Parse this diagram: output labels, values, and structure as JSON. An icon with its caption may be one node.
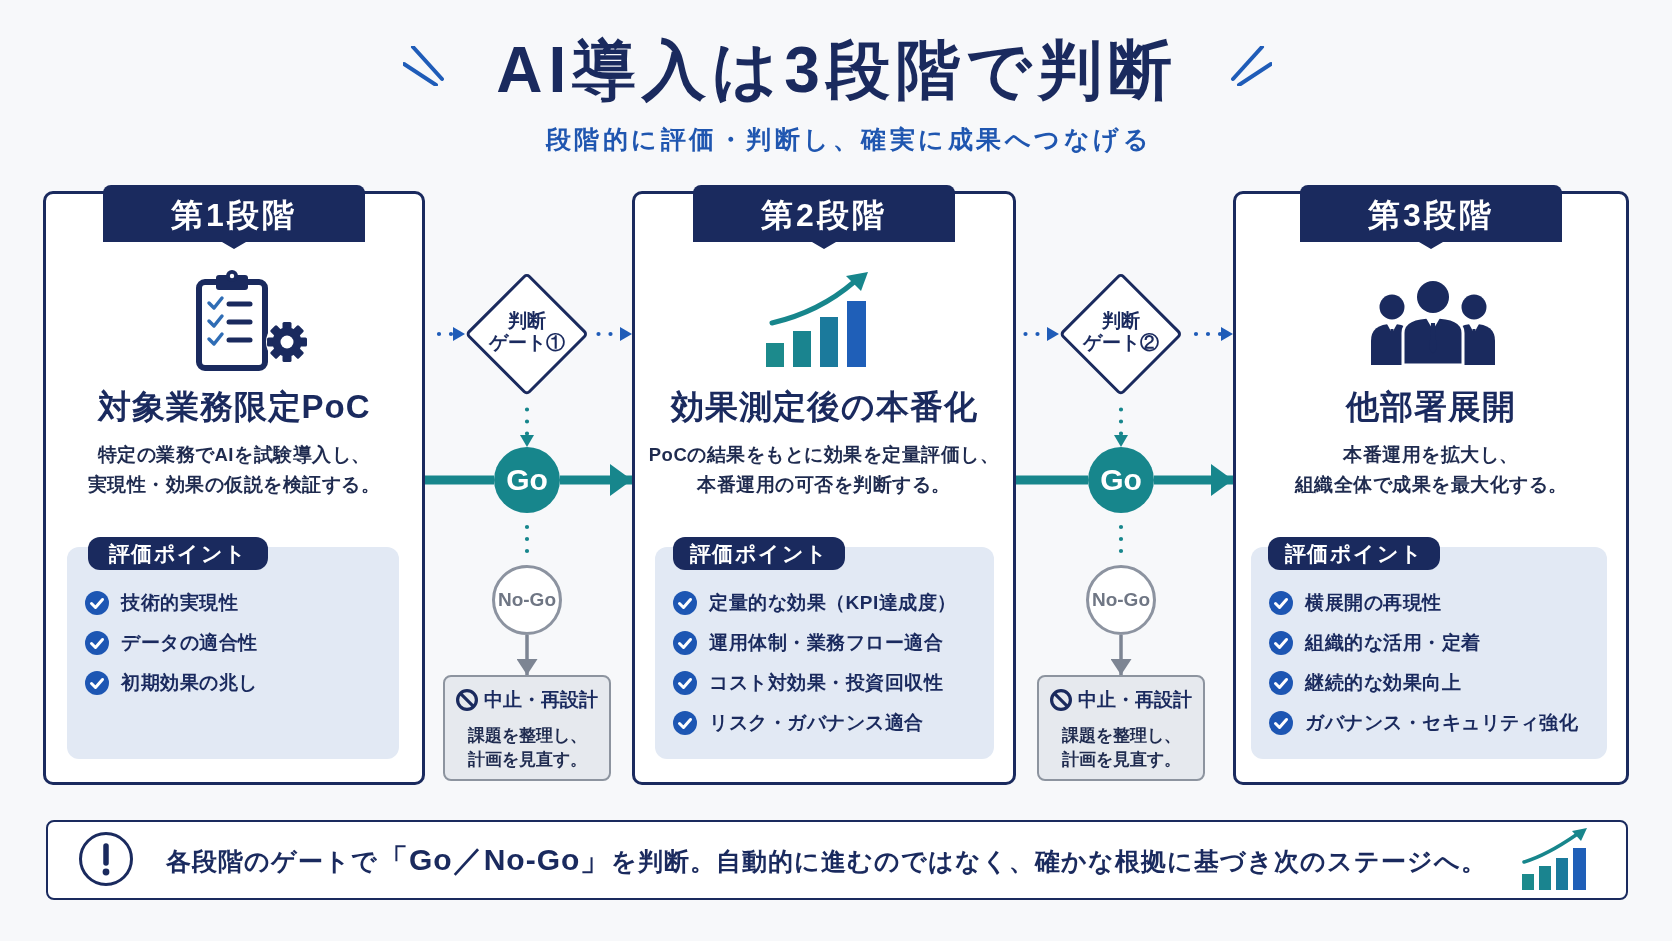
{
  "diagram": {
    "title": "AI導入は3段階で判断",
    "nodes": [
      {
        "text": [
          "第1段階"
        ]
      },
      {
        "text": [
          "対象業務限定PoC",
          "特定の業務でAIを試験導入し、実現性・効果の仮説を検証する。"
        ]
      },
      {
        "text": [
          "評価ポイント"
        ],
        "in": 1
      },
      {
        "text": [
          "技術的実現性",
          "データの適合性",
          "初期効果の兆し"
        ],
        "in": 1
      },
      {
        "text": [
          "判断ゲート①"
        ]
      },
      {
        "text": [
          "Go"
        ]
      },
      {
        "text": [
          "No-Go"
        ]
      },
      {
        "text": [
          "中止・再設計",
          "課題を整理し、計画を見直す。"
        ]
      },
      {
        "text": [
          "第2段階"
        ]
      },
      {
        "text": [
          "効果測定後の本番化",
          "PoCの結果をもとに効果を定量評価し、本番運用の可否を判断する。"
        ]
      },
      {
        "text": [
          "評価ポイント"
        ],
        "in": 9
      },
      {
        "text": [
          "定量的な効果（KPI達成度）",
          "運用体制・業務フロー適合",
          "コスト対効果・投資回収性",
          "リスク・ガバナンス適合"
        ],
        "in": 9
      },
      {
        "text": [
          "判断ゲート②"
        ]
      },
      {
        "text": [
          "Go"
        ]
      },
      {
        "text": [
          "No-Go"
        ]
      },
      {
        "text": [
          "中止・再設計",
          "課題を整理し、計画を見直す。"
        ]
      },
      {
        "text": [
          "第3段階"
        ]
      },
      {
        "text": [
          "他部署展開",
          "本番運用を拡大し、組織全体で成果を最大化する。"
        ]
      },
      {
        "text": [
          "評価ポイント"
        ],
        "in": 17
      },
      {
        "text": [
          "横展開の再現性",
          "組織的な活用・定着",
          "継続的な効果向上",
          "ガバナンス・セキュリティ強化"
        ],
        "in": 17
      },
      {
        "text": [
          "各段階のゲートで**「Go／No-Go」**を判断。自動的に進むのではなく、確かな根拠に基づき次のステージへ。"
        ]
      }
    ],
    "edges": [
      {
        "from": 1,
        "to": 4,
        "arrow": "to",
        "style": "dashed",
        "color": "#1f5cb8"
      },
      {
        "from": 4,
        "to": 9,
        "arrow": "to",
        "style": "dashed",
        "color": "#1f5cb8"
      },
      {
        "from": 4,
        "to": 5,
        "arrow": "to",
        "style": "dashed"
      },
      {
        "from": 1,
        "to": 5,
        "arrow": "none",
        "style": "thick"
      },
      {
        "from": 5,
        "to": 9,
        "arrow": "to",
        "style": "thick"
      },
      {
        "from": 5,
        "to": 6,
        "arrow": "none",
        "style": "dashed"
      },
      {
        "from": 6,
        "to": 7,
        "arrow": "to",
        "color": "#7d8593"
      },
      {
        "from": 9,
        "to": 12,
        "arrow": "to",
        "style": "dashed",
        "color": "#1f5cb8"
      },
      {
        "from": 12,
        "to": 17,
        "arrow": "to",
        "style": "dashed",
        "color": "#1f5cb8"
      },
      {
        "from": 12,
        "to": 13,
        "arrow": "to",
        "style": "dashed"
      },
      {
        "from": 9,
        "to": 13,
        "arrow": "none",
        "style": "thick"
      },
      {
        "from": 13,
        "to": 17,
        "arrow": "to",
        "style": "thick"
      },
      {
        "from": 13,
        "to": 14,
        "arrow": "none",
        "style": "dashed"
      },
      {
        "from": 14,
        "to": 15,
        "arrow": "to",
        "color": "#7d8593"
      }
    ],
    "labels": [
      "段階的に評価・判断し、確実に成果へつなげる"
    ]
  }
}
